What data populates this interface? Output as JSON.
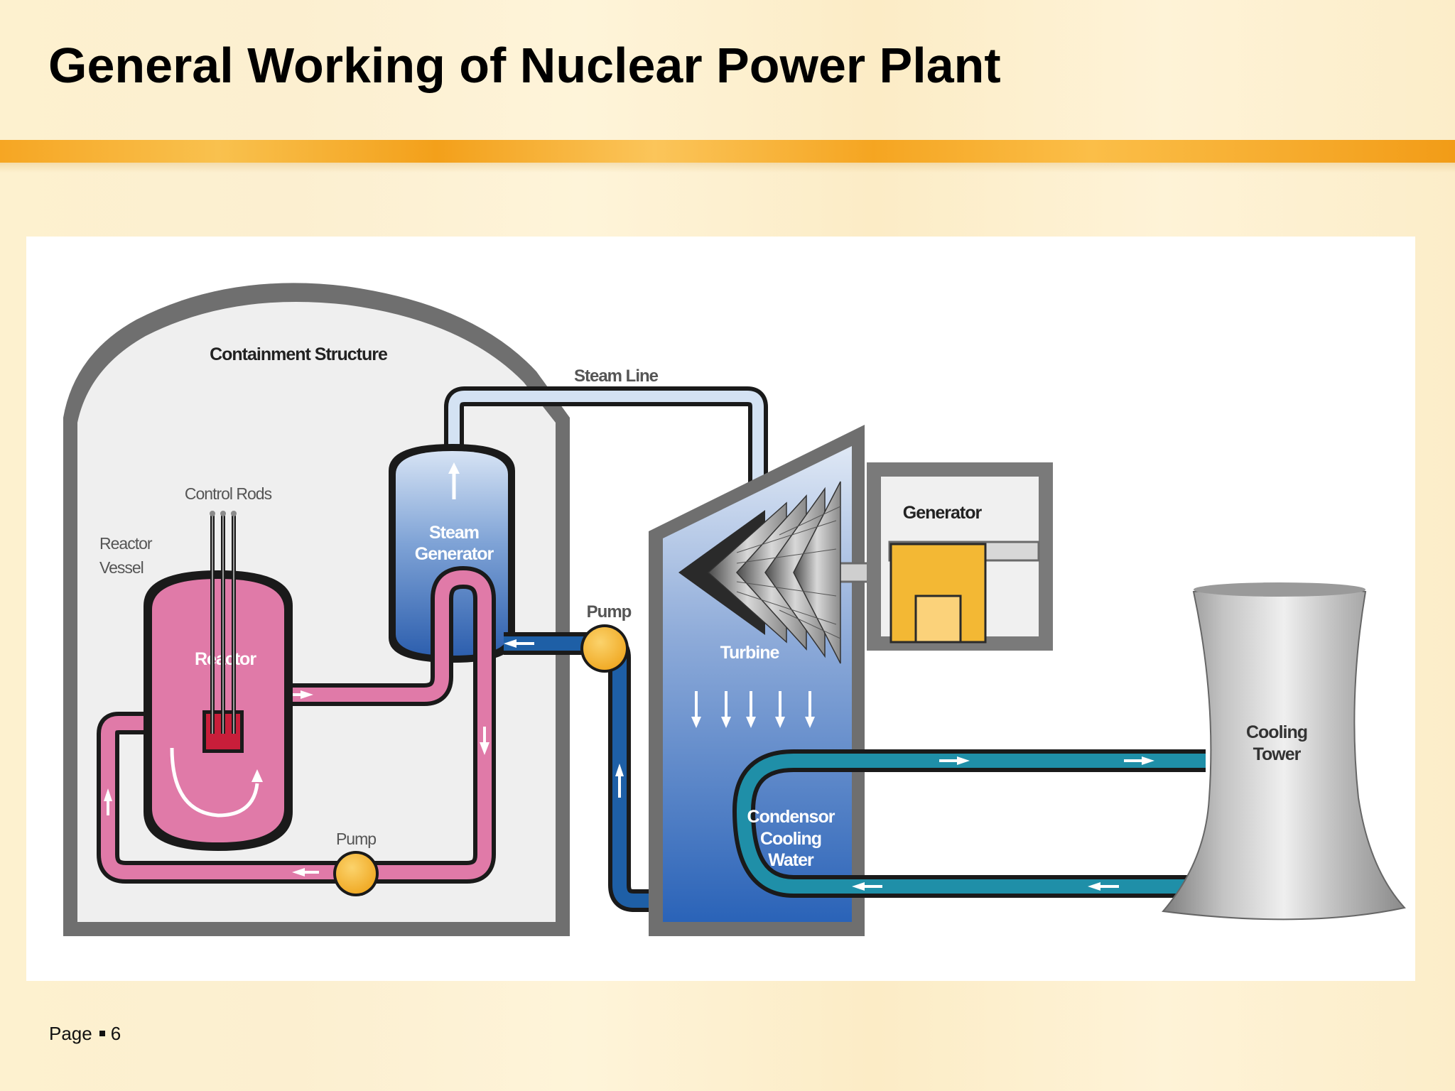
{
  "slide": {
    "title": "General Working of Nuclear Power Plant",
    "footer_label": "Page",
    "page_number": "6"
  },
  "diagram": {
    "labels": {
      "containment": "Containment Structure",
      "steam_line": "Steam Line",
      "control_rods": "Control Rods",
      "reactor_vessel_1": "Reactor",
      "reactor_vessel_2": "Vessel",
      "reactor": "Reactor",
      "steam_generator_1": "Steam",
      "steam_generator_2": "Generator",
      "pump_top": "Pump",
      "pump_bottom": "Pump",
      "turbine": "Turbine",
      "generator": "Generator",
      "condenser_1": "Condensor",
      "condenser_2": "Cooling",
      "condenser_3": "Water",
      "cooling_tower_1": "Cooling",
      "cooling_tower_2": "Tower"
    },
    "colors": {
      "band": "#f6a623",
      "reactor_pink": "#e07aa8",
      "steam_blue": "#5f88c8",
      "cooling_teal": "#1f8fa8",
      "pump_orange": "#f2b233",
      "generator_orange": "#f3b834",
      "containment_gray": "#6f6f6f"
    }
  }
}
